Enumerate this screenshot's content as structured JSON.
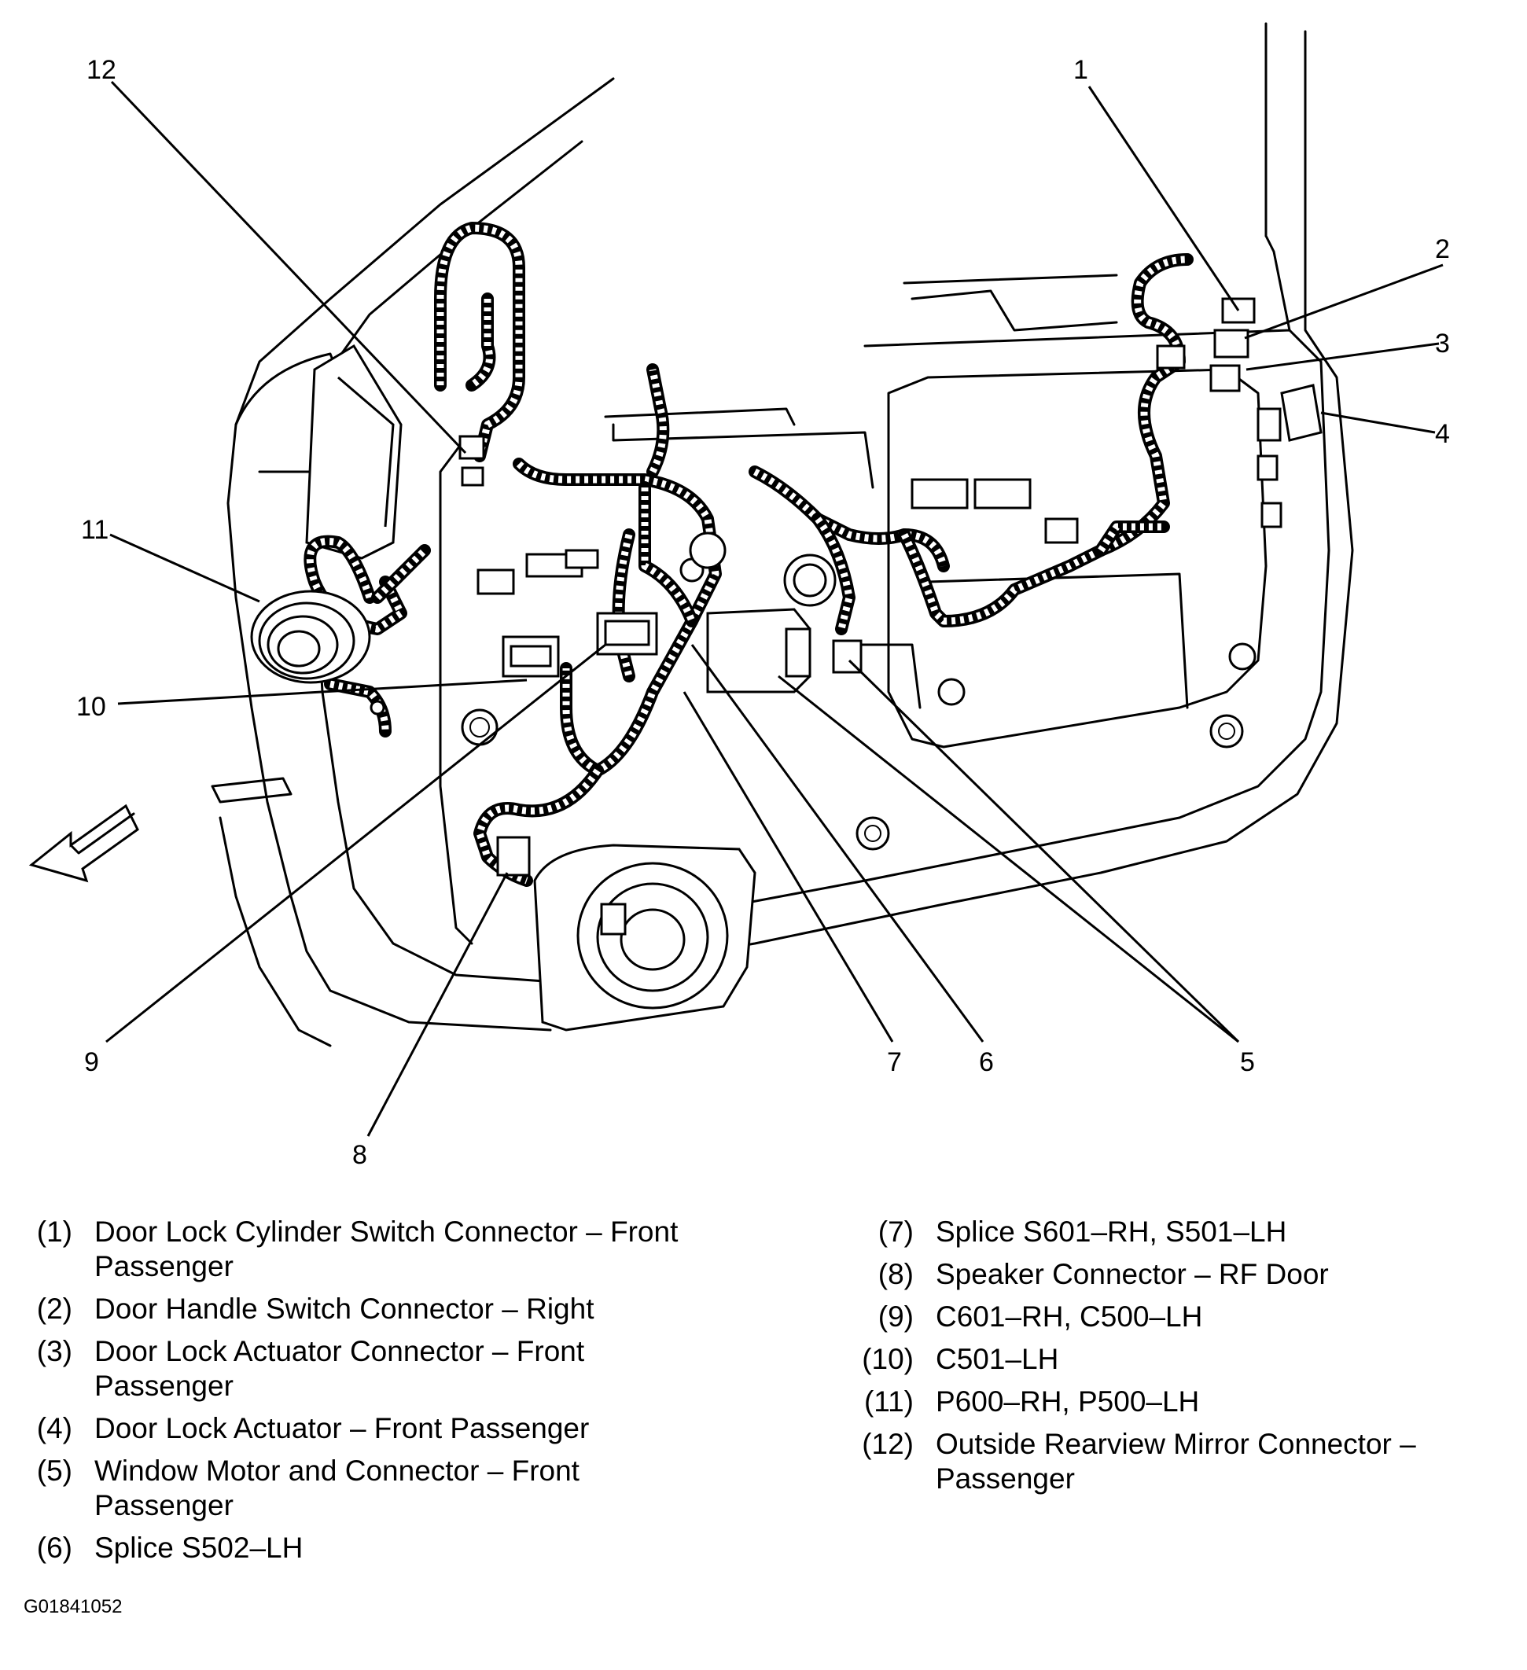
{
  "callouts": [
    "1",
    "2",
    "3",
    "4",
    "5",
    "6",
    "7",
    "8",
    "9",
    "10",
    "11",
    "12"
  ],
  "legend_left": [
    {
      "num": "(1)",
      "text": "Door Lock Cylinder Switch Connector – Front Passenger"
    },
    {
      "num": "(2)",
      "text": "Door Handle Switch Connector – Right"
    },
    {
      "num": "(3)",
      "text": "Door Lock Actuator Connector – Front Passenger"
    },
    {
      "num": "(4)",
      "text": "Door Lock Actuator – Front Passenger"
    },
    {
      "num": "(5)",
      "text": "Window Motor and Connector – Front Passenger"
    },
    {
      "num": "(6)",
      "text": "Splice S502–LH"
    }
  ],
  "legend_right": [
    {
      "num": "(7)",
      "text": "Splice S601–RH, S501–LH"
    },
    {
      "num": "(8)",
      "text": "Speaker Connector – RF Door"
    },
    {
      "num": "(9)",
      "text": "C601–RH, C500–LH"
    },
    {
      "num": "(10)",
      "text": "C501–LH"
    },
    {
      "num": "(11)",
      "text": "P600–RH, P500–LH"
    },
    {
      "num": "(12)",
      "text": "Outside Rearview Mirror Connector – Passenger"
    }
  ],
  "figure_id": "G01841052",
  "arrow_icon": "front-direction-arrow-icon"
}
